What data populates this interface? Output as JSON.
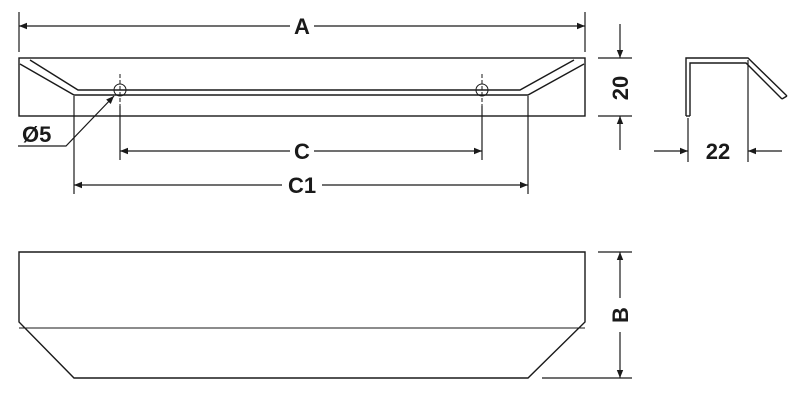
{
  "labels": {
    "overall_length": "A",
    "hole_diameter": "Ø5",
    "hole_spacing": "C",
    "base_length": "C1",
    "height": "20",
    "depth": "22",
    "side_height": "B"
  },
  "colors": {
    "line": "#1a1a1a",
    "background": "#ffffff"
  }
}
